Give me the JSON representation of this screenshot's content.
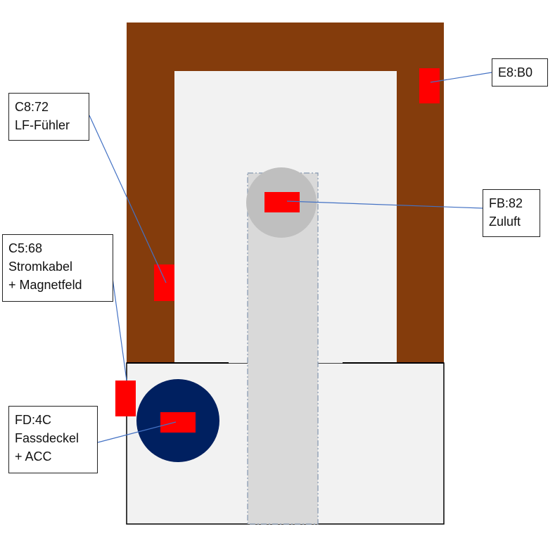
{
  "colors": {
    "background": "#ffffff",
    "brown_frame": "#843c0c",
    "inner_panel": "#f2f2f2",
    "tube": "#d9d9d9",
    "tube_border": "#8497b0",
    "supply_disc": "#bfbfbf",
    "lid_disc": "#002060",
    "sensor": "#ff0000",
    "leader_line": "#4472c4",
    "divider": "#000000"
  },
  "labels": {
    "e8": {
      "lines": [
        "E8:B0"
      ]
    },
    "c8": {
      "lines": [
        "C8:72",
        "LF-Fühler"
      ]
    },
    "fb": {
      "lines": [
        "FB:82",
        "Zuluft"
      ]
    },
    "c5": {
      "lines": [
        "C5:68",
        "Stromkabel",
        "+ Magnetfeld"
      ]
    },
    "fd": {
      "lines": [
        "FD:4C",
        "Fassdeckel",
        "+ ACC"
      ]
    }
  }
}
